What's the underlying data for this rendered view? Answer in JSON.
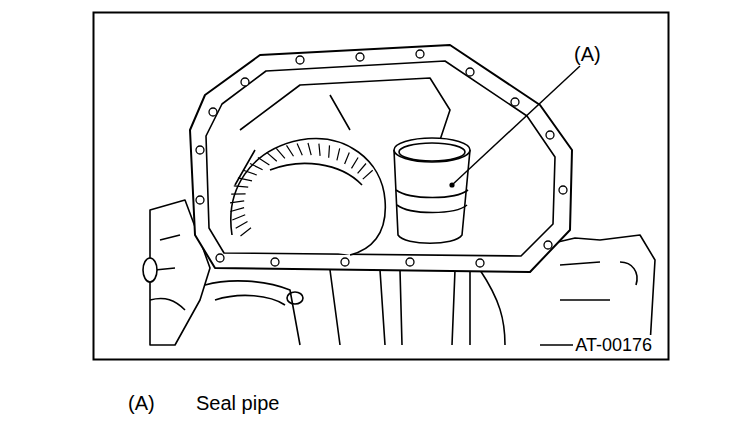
{
  "diagram": {
    "labels": [
      "(A)",
      "AT-00176",
      "(A)",
      "Seal pipe"
    ]
  }
}
